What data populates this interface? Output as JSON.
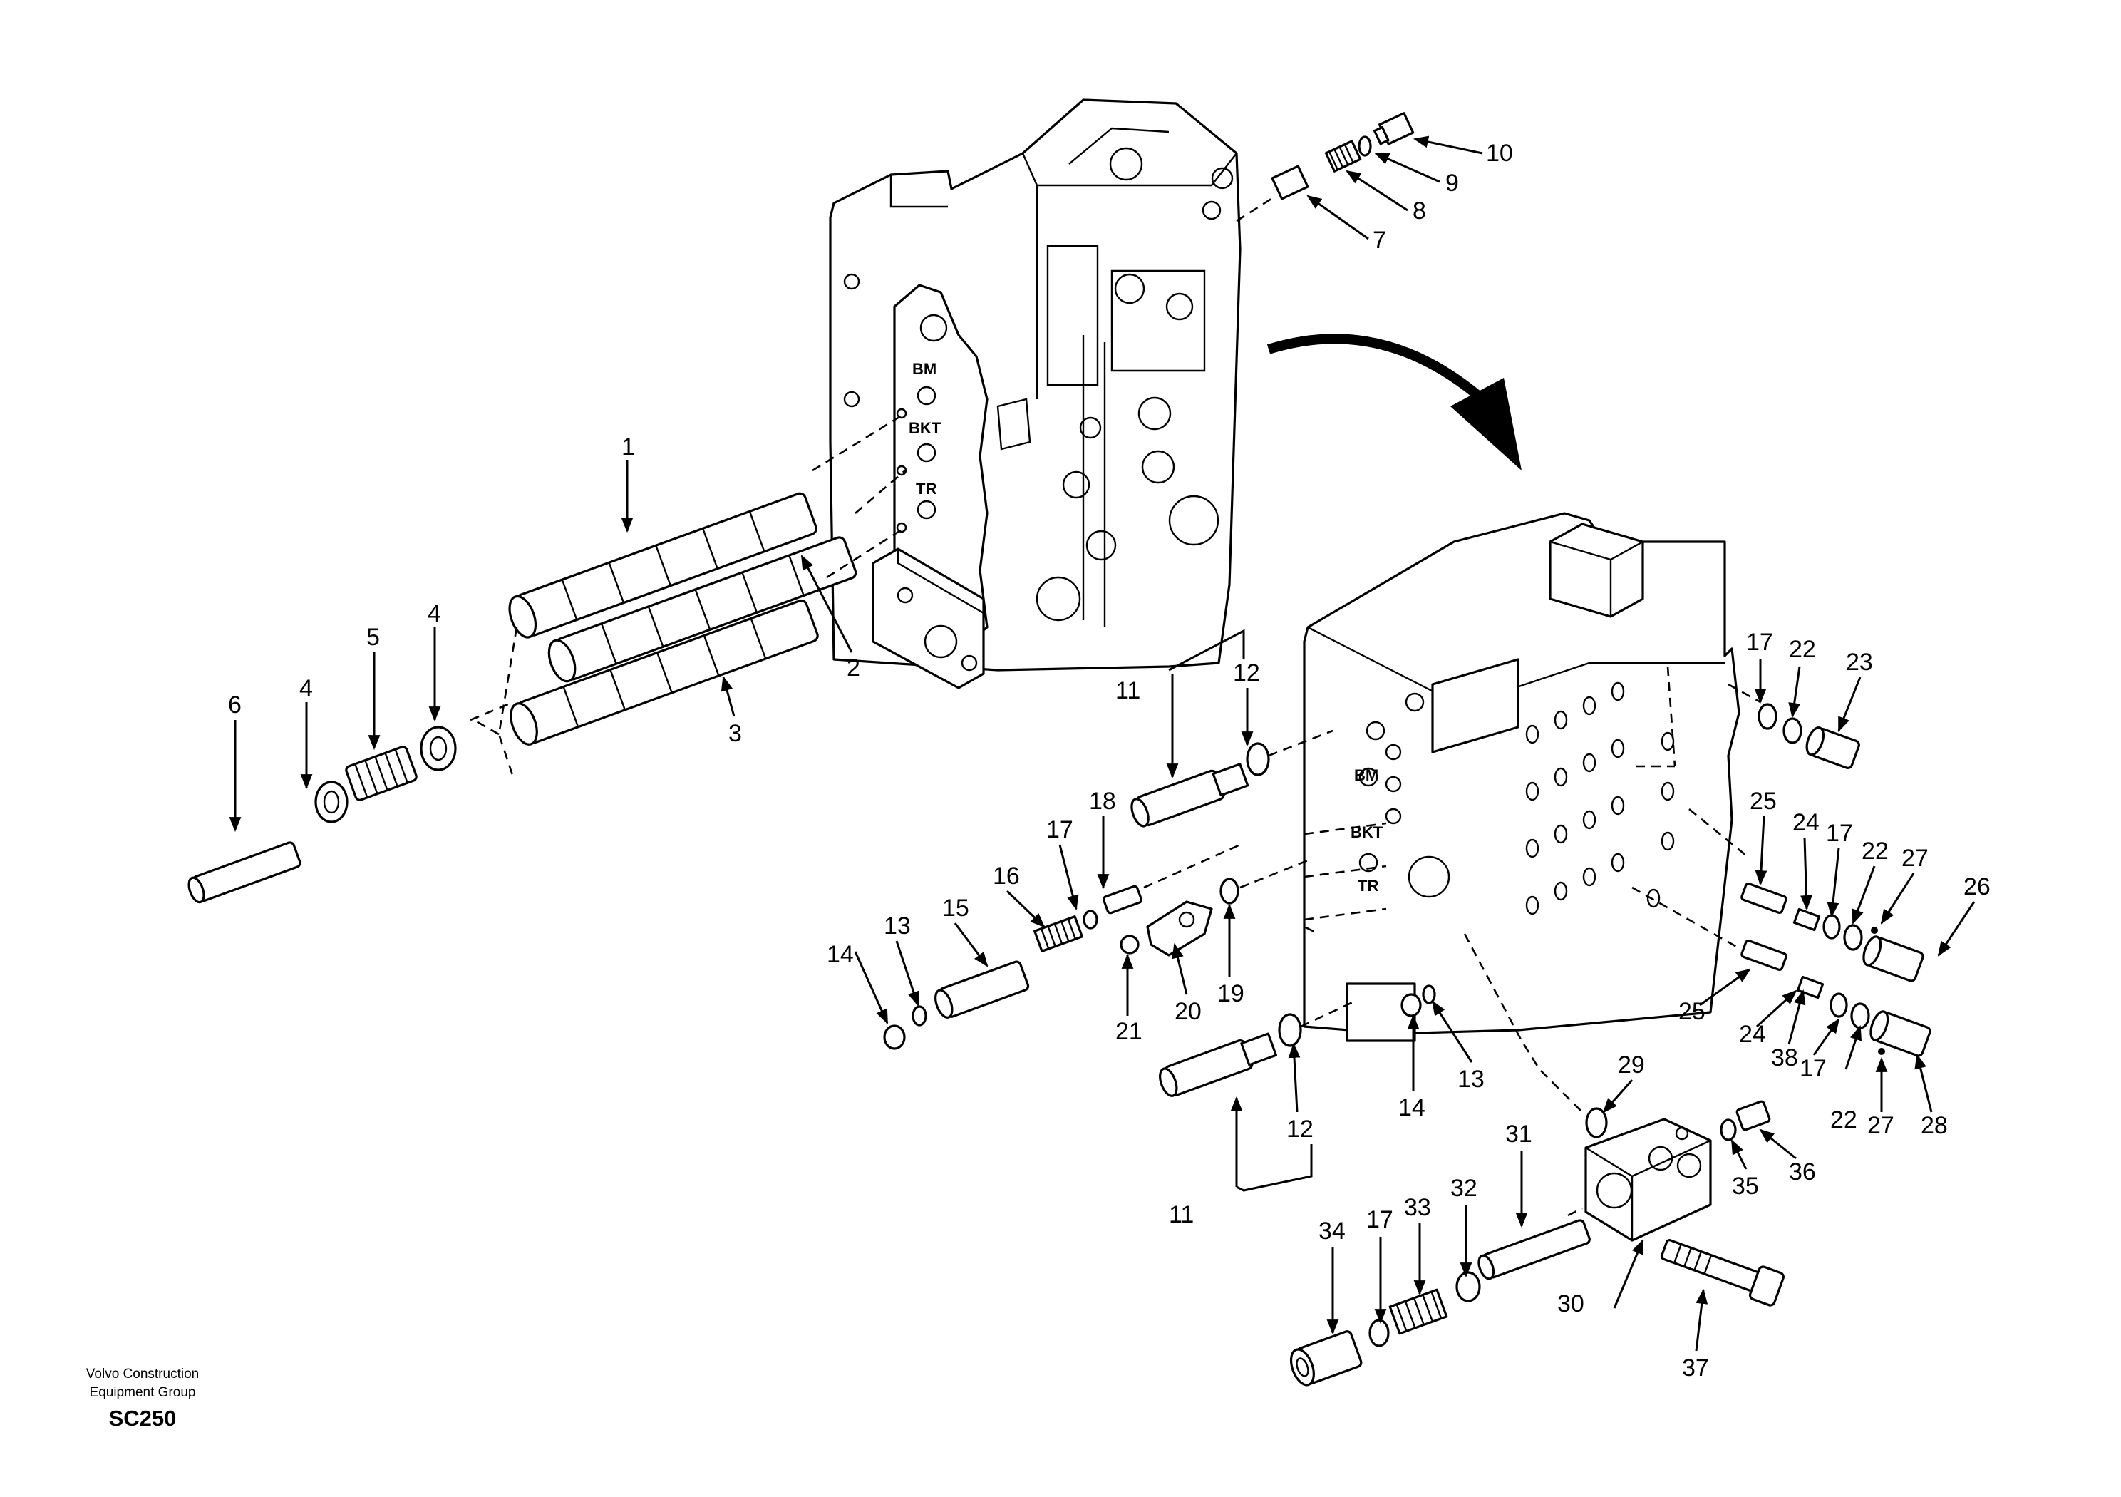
{
  "footer": {
    "company_line1": "Volvo Construction",
    "company_line2": "Equipment Group",
    "code": "SC250"
  },
  "port_labels": {
    "bm": "BM",
    "bkt": "BKT",
    "tr": "TR"
  },
  "callouts": [
    {
      "id": "c10",
      "text": "10"
    },
    {
      "id": "c9",
      "text": "9"
    },
    {
      "id": "c8",
      "text": "8"
    },
    {
      "id": "c7",
      "text": "7"
    },
    {
      "id": "c1",
      "text": "1"
    },
    {
      "id": "c2",
      "text": "2"
    },
    {
      "id": "c3",
      "text": "3"
    },
    {
      "id": "c4a",
      "text": "4"
    },
    {
      "id": "c4b",
      "text": "4"
    },
    {
      "id": "c5",
      "text": "5"
    },
    {
      "id": "c6",
      "text": "6"
    },
    {
      "id": "c11a",
      "text": "11"
    },
    {
      "id": "c12a",
      "text": "12"
    },
    {
      "id": "c18",
      "text": "18"
    },
    {
      "id": "c17a",
      "text": "17"
    },
    {
      "id": "c16",
      "text": "16"
    },
    {
      "id": "c15",
      "text": "15"
    },
    {
      "id": "c13a",
      "text": "13"
    },
    {
      "id": "c14a",
      "text": "14"
    },
    {
      "id": "c21",
      "text": "21"
    },
    {
      "id": "c20",
      "text": "20"
    },
    {
      "id": "c19",
      "text": "19"
    },
    {
      "id": "c12b",
      "text": "12"
    },
    {
      "id": "c11b",
      "text": "11"
    },
    {
      "id": "c14b",
      "text": "14"
    },
    {
      "id": "c13b",
      "text": "13"
    },
    {
      "id": "c17b",
      "text": "17"
    },
    {
      "id": "c22a",
      "text": "22"
    },
    {
      "id": "c23",
      "text": "23"
    },
    {
      "id": "c25a",
      "text": "25"
    },
    {
      "id": "c24a",
      "text": "24"
    },
    {
      "id": "c17c",
      "text": "17"
    },
    {
      "id": "c22b",
      "text": "22"
    },
    {
      "id": "c27a",
      "text": "27"
    },
    {
      "id": "c26",
      "text": "26"
    },
    {
      "id": "c25b",
      "text": "25"
    },
    {
      "id": "c24b",
      "text": "24"
    },
    {
      "id": "c38",
      "text": "38"
    },
    {
      "id": "c17d",
      "text": "17"
    },
    {
      "id": "c22c",
      "text": "22"
    },
    {
      "id": "c27b",
      "text": "27"
    },
    {
      "id": "c28",
      "text": "28"
    },
    {
      "id": "c29",
      "text": "29"
    },
    {
      "id": "c36",
      "text": "36"
    },
    {
      "id": "c35",
      "text": "35"
    },
    {
      "id": "c31",
      "text": "31"
    },
    {
      "id": "c32",
      "text": "32"
    },
    {
      "id": "c33",
      "text": "33"
    },
    {
      "id": "c17e",
      "text": "17"
    },
    {
      "id": "c34",
      "text": "34"
    },
    {
      "id": "c30",
      "text": "30"
    },
    {
      "id": "c37",
      "text": "37"
    }
  ]
}
